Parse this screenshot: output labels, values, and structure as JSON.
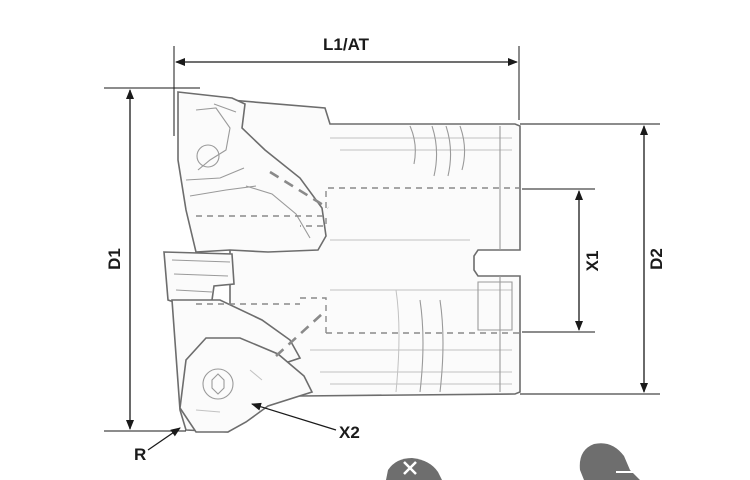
{
  "dimensions": {
    "overall_length": "L1/AT",
    "cutting_diameter": "D1",
    "shank_diameter": "D2",
    "bore_diameter": "X1",
    "insert_reference": "X2",
    "corner_radius": "R"
  },
  "colors": {
    "line": "#1a1a1a",
    "body_outline": "#6d6d6d",
    "hidden_line": "#8a8a8a",
    "icon_fill": "#6e6e6e"
  },
  "icons": {
    "screw": "torx-screw-icon",
    "insert": "insert-shape-icon"
  }
}
